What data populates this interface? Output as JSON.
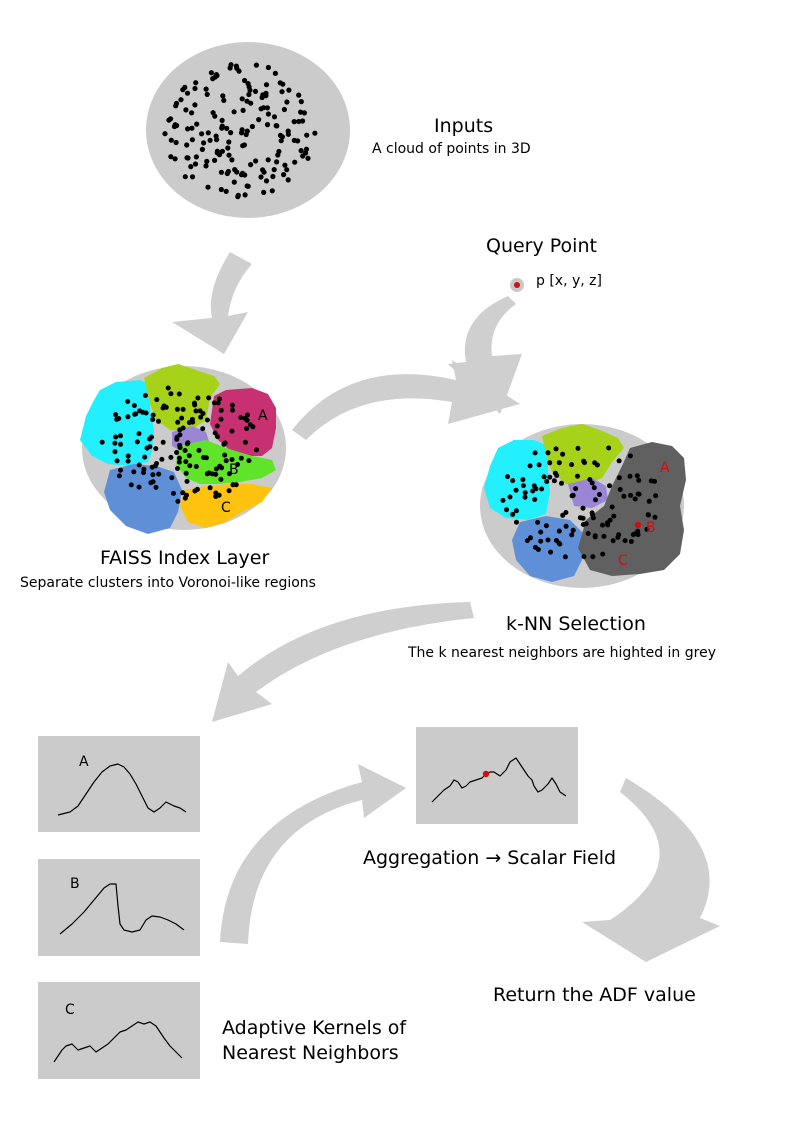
{
  "inputs": {
    "title": "Inputs",
    "subtitle": "A cloud of points in 3D"
  },
  "query": {
    "title": "Query Point",
    "label": "p [x, y, z]"
  },
  "faiss": {
    "title": "FAISS Index Layer",
    "subtitle": "Separate clusters into Voronoi-like regions",
    "region_labels": [
      "A",
      "B",
      "C"
    ]
  },
  "knn": {
    "title": "k-NN Selection",
    "subtitle": "The k nearest neighbors are highted in grey",
    "region_labels": [
      "A",
      "B",
      "C"
    ]
  },
  "kernels": {
    "labels": [
      "A",
      "B",
      "C"
    ],
    "caption_line1": "Adaptive Kernels of",
    "caption_line2": "Nearest Neighbors"
  },
  "aggregation": {
    "title": "Aggregation → Scalar Field"
  },
  "result": {
    "title": "Return the ADF value"
  },
  "colors": {
    "disk": "#cbcbcb",
    "arrow": "#cfcfcf",
    "panel": "#cbcbcb",
    "cyan": "#22f0ff",
    "olive": "#a6d21a",
    "magenta": "#c73172",
    "green": "#5fe42a",
    "purple": "#9b86d6",
    "blue": "#5f8fd6",
    "orange": "#ffc20e",
    "selected_grey": "#606060",
    "query_red": "#cc1010"
  }
}
